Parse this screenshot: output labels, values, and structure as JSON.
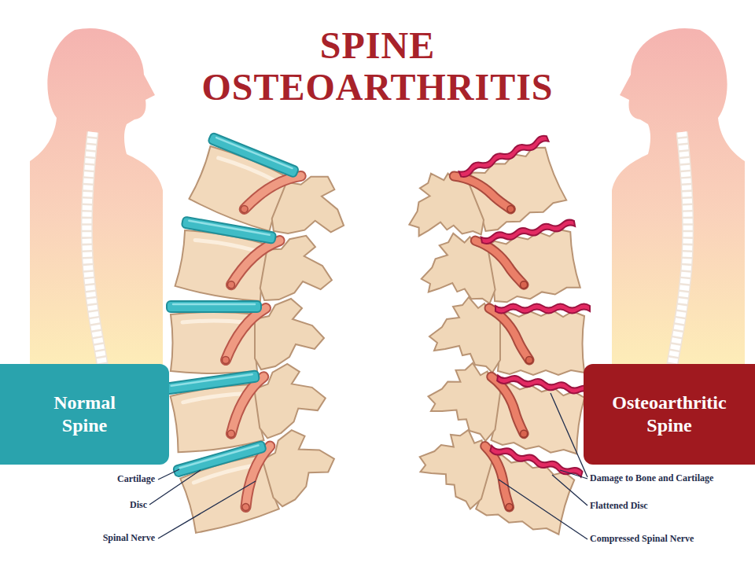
{
  "diagram": {
    "title": "SPINE OSTEOARTHRITIS",
    "nodes": [
      {
        "text": [
          "Normal Spine"
        ]
      },
      {
        "text": [
          "Osteoarthritic Spine"
        ]
      }
    ],
    "labels": [
      "Cartilage",
      "Disc",
      "Spinal Nerve",
      "Damage to Bone and Cartilage",
      "Flattened Disc",
      "Compressed Spinal Nerve"
    ]
  }
}
